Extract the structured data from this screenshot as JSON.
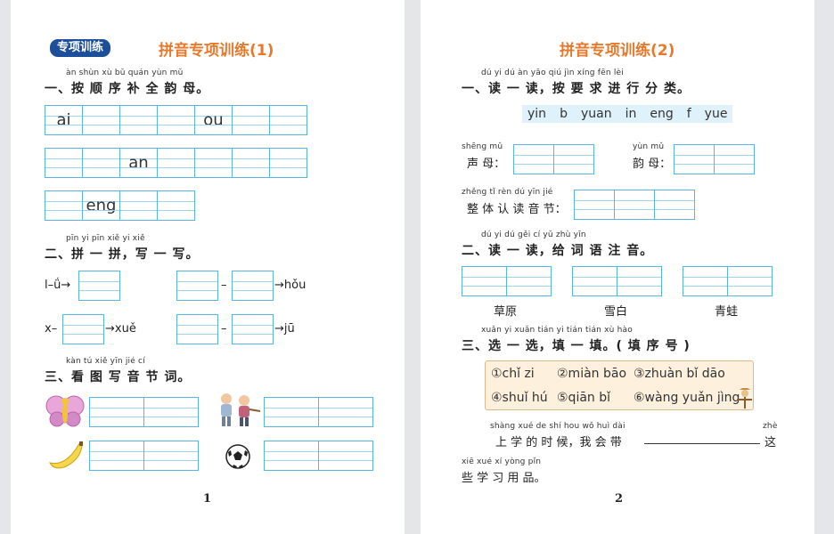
{
  "page1": {
    "badge": "专项训练",
    "title": "拼音专项训练(1)",
    "q1": {
      "pinyin": "àn shùn xù bǔ quán yùn mǔ",
      "text": "一、按 顺 序 补 全 韵 母。",
      "row1": [
        "ai",
        "",
        "",
        "",
        "ou",
        "",
        ""
      ],
      "row2": [
        "",
        "",
        "an",
        "",
        "",
        "",
        ""
      ],
      "row3": [
        "",
        "eng",
        "",
        ""
      ]
    },
    "q2": {
      "pinyin": "pīn yi pīn   xiě yi xiě",
      "text": "二、拼 一 拼，写 一 写。",
      "a_prefix": "l–ǘ→",
      "b_suffix": "→hǒu",
      "c_prefix": "x–",
      "c_suffix": "→xuě",
      "d_suffix": "→jū",
      "dash": "–"
    },
    "q3": {
      "pinyin": "kàn tú xiě yīn jié cí",
      "text": "三、看 图 写 音 节 词。"
    },
    "page_number": "1"
  },
  "page2": {
    "title": "拼音专项训练(2)",
    "q1": {
      "pinyin": "dú yi dú   àn yāo qiú jìn xíng fēn lèi",
      "text": "一、读 一 读，按 要 求 进 行 分 类。",
      "letters": [
        "yin",
        "b",
        "yuan",
        "in",
        "eng",
        "f",
        "yue"
      ],
      "shengmu_pinyin": "shēng mǔ",
      "shengmu": "声 母：",
      "yunmu_pinyin": "yùn mǔ",
      "yunmu": "韵 母：",
      "ztrd_pinyin": "zhěng tǐ rèn dú yīn jié",
      "ztrd": "整 体 认 读 音 节："
    },
    "q2": {
      "pinyin": "dú yi dú   gěi cí yǔ zhù yīn",
      "text": "二、读 一 读，给 词 语 注 音。",
      "words": [
        "草原",
        "雪白",
        "青蛙"
      ]
    },
    "q3": {
      "pinyin": "xuǎn yi xuǎn   tián yi tián   tián xù hào",
      "text": "三、选 一 选，填 一 填。( 填 序 号 )",
      "options": [
        "①chǐ zi",
        "②miàn bāo",
        "③zhuàn bǐ dāo",
        "④shuǐ hú",
        "⑤qiān bǐ",
        "⑥wàng yuǎn jìng"
      ],
      "s1_pinyin": "shàng xué de shí hou   wǒ huì dài",
      "s1": "上 学 的 时 候，我 会 带",
      "s1_end_pinyin": "zhè",
      "s1_end": "这",
      "s2_pinyin": "xiē xué xí yòng pǐn",
      "s2": "些 学 习 用 品。"
    },
    "page_number": "2"
  }
}
